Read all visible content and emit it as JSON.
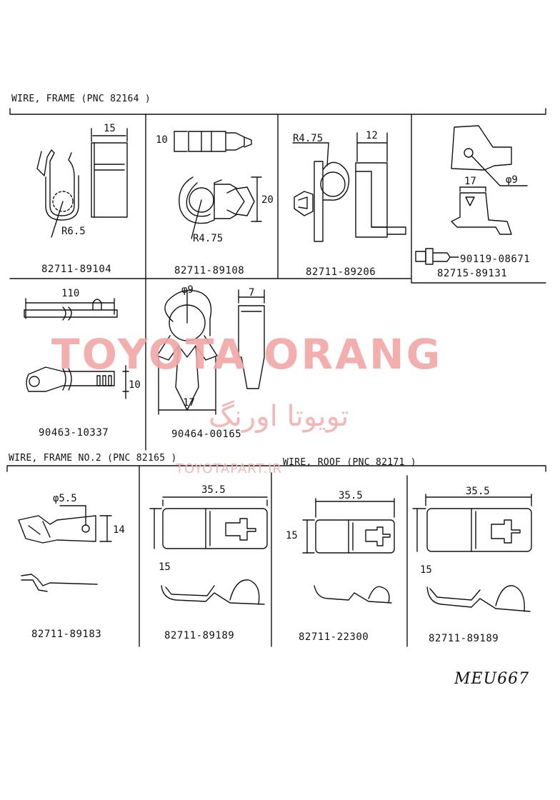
{
  "sections": {
    "frame": "WIRE, FRAME (PNC 82164 )",
    "frame2": "WIRE, FRAME  NO.2 (PNC 82165 )",
    "roof": "WIRE, ROOF (PNC 82171 )"
  },
  "parts": {
    "p1": "82711-89104",
    "p2": "82711-89108",
    "p3": "82711-89206",
    "p4a": "90119-08671",
    "p4b": "82715-89131",
    "p5": "90463-10337",
    "p6": "90464-00165",
    "p7": "82711-89183",
    "p8": "82711-89189",
    "p9": "82711-22300",
    "p10": "82711-89189"
  },
  "dims": {
    "d1_w": "15",
    "d1_r": "R6.5",
    "d2_h": "10",
    "d2_r": "R4.75",
    "d2_v": "20",
    "d3_r": "R4.75",
    "d3_w": "12",
    "d4_w": "17",
    "d4_phi": "φ9",
    "d5_len": "110",
    "d5_h": "10",
    "d6_phi": "φ9",
    "d6_w": "7",
    "d6_b": "17",
    "d7_phi": "φ5.5",
    "d7_h": "14",
    "d8_w": "35.5",
    "d8_h": "15",
    "d9_w": "35.5",
    "d9_h": "15",
    "d10_w": "35.5",
    "d10_h": "15"
  },
  "watermark": {
    "brand": "TOYOTA ORANG",
    "persian": "تویوتا اورنگ",
    "url": "TOYOTAPART.IR"
  },
  "drawing_code": "MEU667"
}
